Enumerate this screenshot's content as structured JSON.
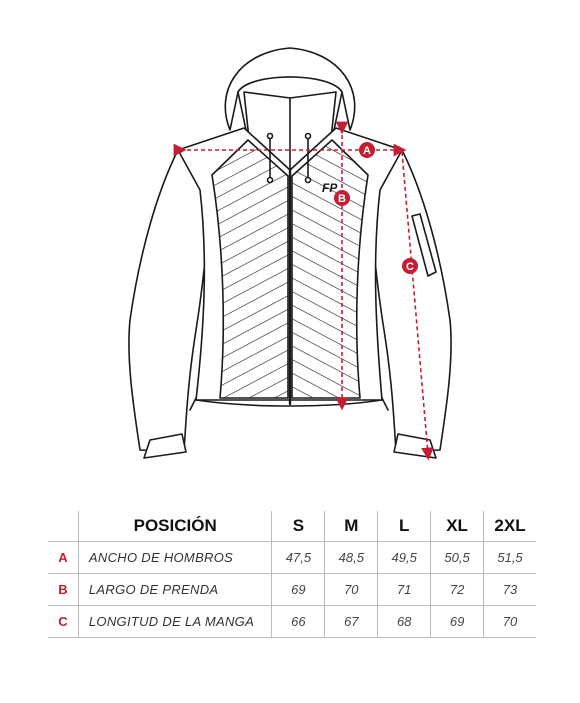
{
  "diagram": {
    "logo_text": "FP",
    "markers": [
      {
        "letter": "A",
        "meaning": "ANCHO DE HOMBROS"
      },
      {
        "letter": "B",
        "meaning": "LARGO DE PRENDA"
      },
      {
        "letter": "C",
        "meaning": "LONGITUD DE LA MANGA"
      }
    ],
    "accent_color": "#c41e34"
  },
  "table": {
    "header_position": "POSICIÓN",
    "sizes": [
      "S",
      "M",
      "L",
      "XL",
      "2XL"
    ],
    "rows": [
      {
        "code": "A",
        "label": "ANCHO DE HOMBROS",
        "values": [
          "47,5",
          "48,5",
          "49,5",
          "50,5",
          "51,5"
        ]
      },
      {
        "code": "B",
        "label": "LARGO DE PRENDA",
        "values": [
          "69",
          "70",
          "71",
          "72",
          "73"
        ]
      },
      {
        "code": "C",
        "label": "LONGITUD DE LA MANGA",
        "values": [
          "66",
          "67",
          "68",
          "69",
          "70"
        ]
      }
    ]
  }
}
